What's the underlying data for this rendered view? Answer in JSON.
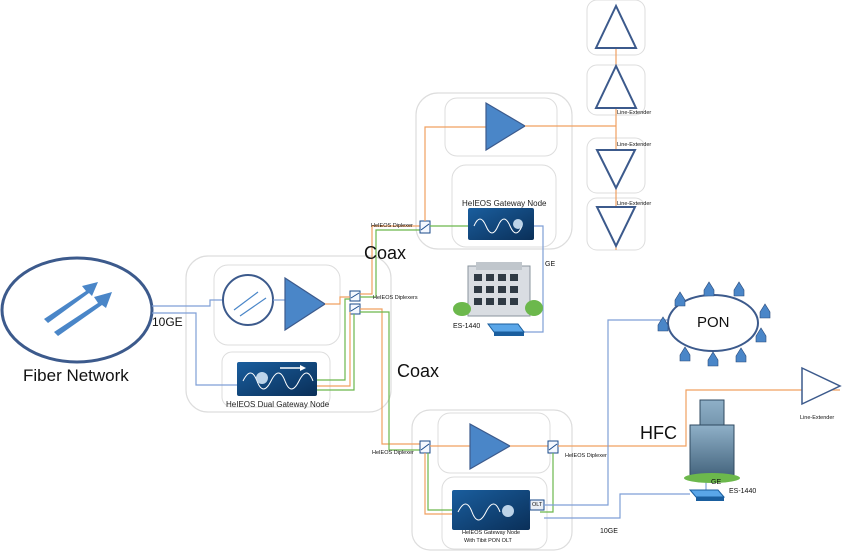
{
  "labels": {
    "fiber_network": "Fiber Network",
    "ten_ge_left": "10GE",
    "coax_top": "Coax",
    "coax_mid": "Coax",
    "hfc": "HFC",
    "pon": "PON",
    "olt": "OLT",
    "ge_top": "GE",
    "ge_bottom": "GE",
    "ten_ge_bottom": "10GE",
    "es1440_top": "ES-1440",
    "es1440_bottom": "ES-1440",
    "diplexer_top": "HeIEOS Diplexer",
    "diplexers_dual": "HeIEOS Diplexers",
    "diplexer_bottom_left": "HeIEOS Diplexer",
    "diplexer_bottom_right": "HeIEOS Diplexer",
    "dual_gateway_node": "HeIEOS Dual Gateway Node",
    "gateway_node_top": "HeIEOS Gateway Node",
    "gateway_node_bottom_line1": "HeIEOS  Gateway  Node",
    "gateway_node_bottom_line2": "With Tibit PON  OLT",
    "line_extender_1": "Line-Extender",
    "line_extender_2": "Line-Extender",
    "line_extender_3": "Line-Extender",
    "line_extender_4": "Line-Extender"
  },
  "colors": {
    "amplifier_blue": "#4a86c8",
    "fiber_blue": "#7f9fd6",
    "coax_orange": "#f0a060",
    "coax_green": "#6cb84c",
    "dark_outline": "#3c5a8c",
    "module_dark": "#0d3f73"
  }
}
